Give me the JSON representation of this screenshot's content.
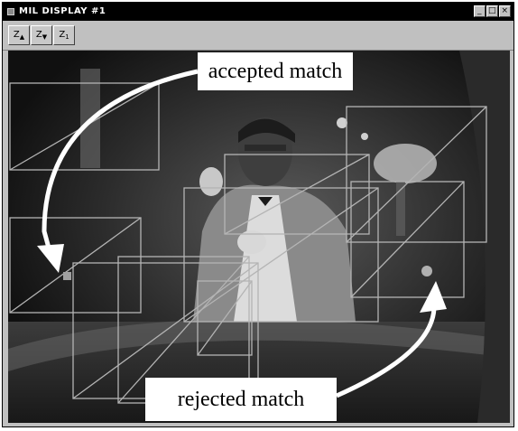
{
  "window": {
    "title": "MIL DISPLAY #1",
    "title_controls": [
      "_",
      "□",
      "×"
    ]
  },
  "toolbar": {
    "buttons": [
      {
        "label": "Z",
        "icon": "zoom-in-icon",
        "glyph": "▲"
      },
      {
        "label": "Z",
        "icon": "zoom-out-icon",
        "glyph": "▼"
      },
      {
        "label": "Z",
        "icon": "zoom-reset-icon",
        "glyph": "1"
      }
    ]
  },
  "annotations": {
    "accepted": "accepted match",
    "rejected": "rejected match"
  },
  "colors": {
    "box_outline": "#b4b4b4",
    "arrow": "#ffffff",
    "accepted_marker": "#a0a0a0",
    "rejected_marker": "#b0b0b0"
  }
}
